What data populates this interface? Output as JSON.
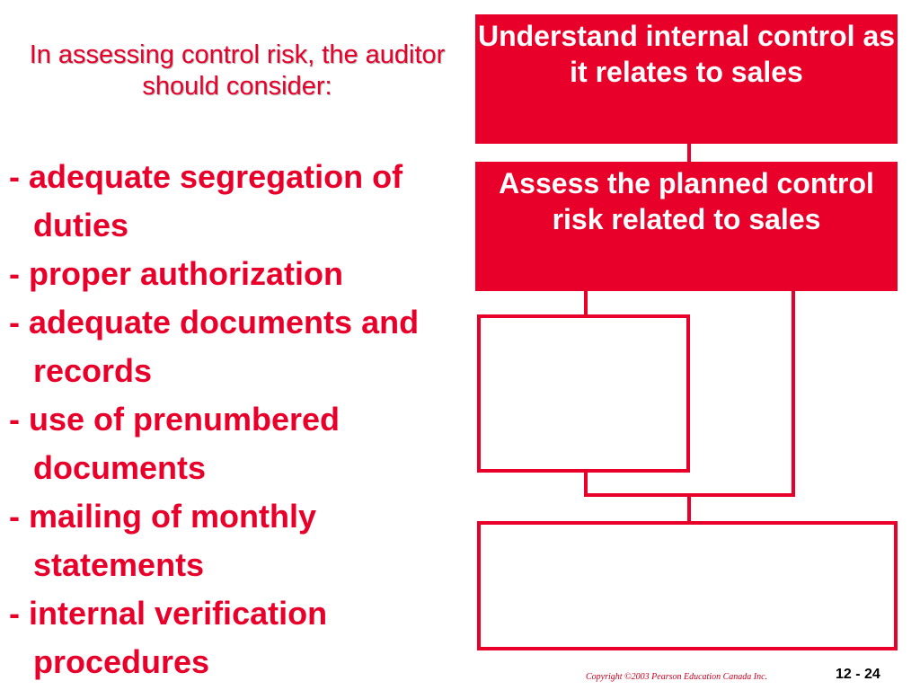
{
  "slide": {
    "subtitle": "In assessing control risk, the auditor should consider:",
    "bullets": [
      "- adequate segregation of duties",
      "- proper authorization",
      "- adequate documents and records",
      "- use of prenumbered documents",
      "- mailing of monthly statements",
      "- internal verification procedures"
    ]
  },
  "diagram": {
    "step1": "Understand internal control as it relates to sales",
    "step2": "Assess the planned control risk related to sales"
  },
  "footer": {
    "copyright": "Copyright ©2003 Pearson Education Canada Inc.",
    "page": "12 - 24"
  },
  "colors": {
    "accent": "#e8002a",
    "background": "#ffffff"
  }
}
